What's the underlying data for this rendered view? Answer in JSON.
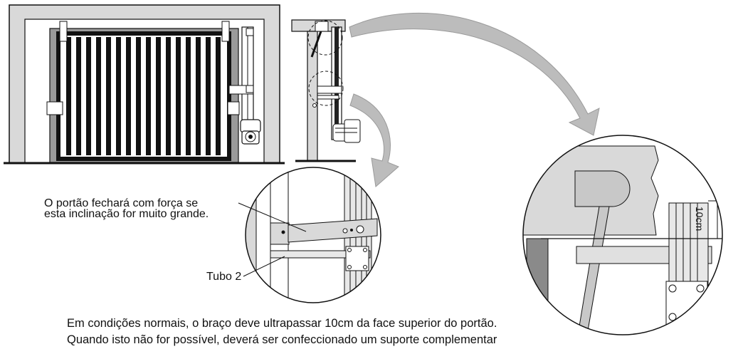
{
  "labels": {
    "inclination_note_line1": "O portão fechará com força se",
    "inclination_note_line2": "esta inclinação for muito grande.",
    "tube": "Tubo 2",
    "dimension": "10cm"
  },
  "caption": {
    "line1": "Em condições normais, o braço deve ultrapassar 10cm da face superior do portão.",
    "line2": "Quando isto não for possível, deverá ser confeccionado um suporte complementar"
  },
  "colors": {
    "ink": "#111111",
    "frame_gray": "#d9d9d9",
    "panel_gray": "#9a9a9a",
    "arrow_gray": "#bcbcbc"
  }
}
